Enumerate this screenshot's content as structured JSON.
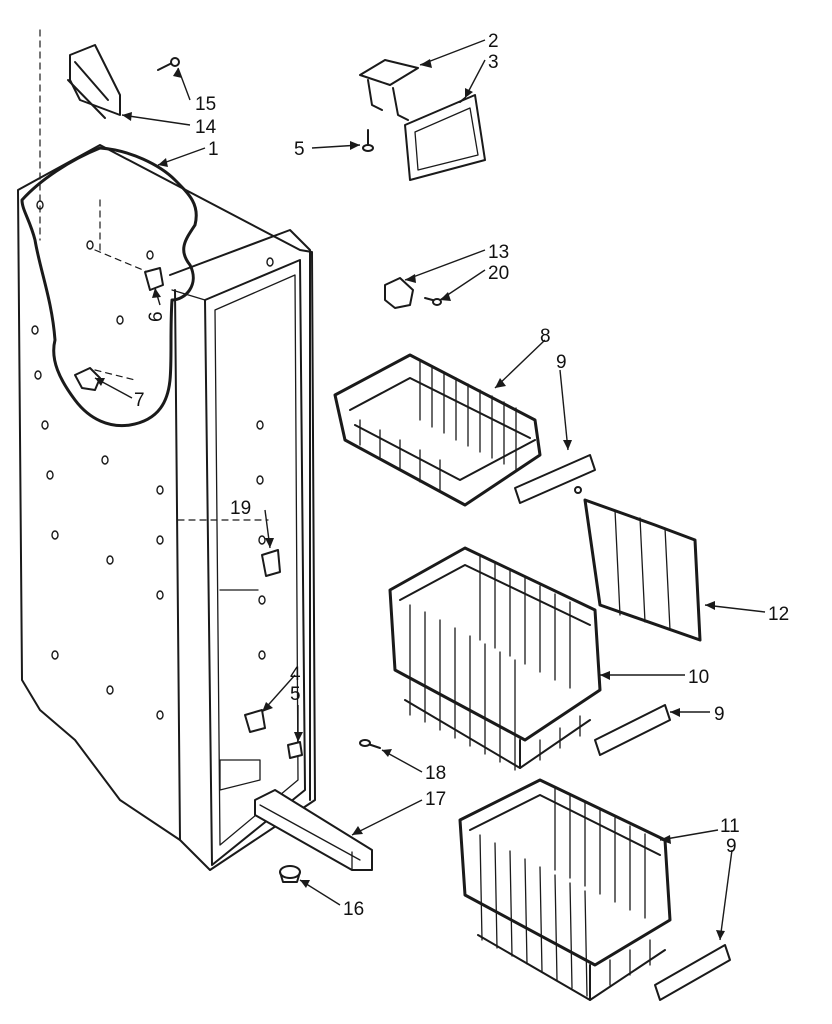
{
  "diagram": {
    "callouts": [
      {
        "id": "c1",
        "label": "1"
      },
      {
        "id": "c2",
        "label": "2"
      },
      {
        "id": "c3",
        "label": "3"
      },
      {
        "id": "c4",
        "label": "4"
      },
      {
        "id": "c5a",
        "label": "5"
      },
      {
        "id": "c5b",
        "label": "5"
      },
      {
        "id": "c6",
        "label": "6"
      },
      {
        "id": "c7",
        "label": "7"
      },
      {
        "id": "c8",
        "label": "8"
      },
      {
        "id": "c9a",
        "label": "9"
      },
      {
        "id": "c9b",
        "label": "9"
      },
      {
        "id": "c9c",
        "label": "9"
      },
      {
        "id": "c10",
        "label": "10"
      },
      {
        "id": "c11",
        "label": "11"
      },
      {
        "id": "c12",
        "label": "12"
      },
      {
        "id": "c13",
        "label": "13"
      },
      {
        "id": "c14",
        "label": "14"
      },
      {
        "id": "c15",
        "label": "15"
      },
      {
        "id": "c16",
        "label": "16"
      },
      {
        "id": "c17",
        "label": "17"
      },
      {
        "id": "c18",
        "label": "18"
      },
      {
        "id": "c19",
        "label": "19"
      },
      {
        "id": "c20",
        "label": "20"
      }
    ]
  }
}
